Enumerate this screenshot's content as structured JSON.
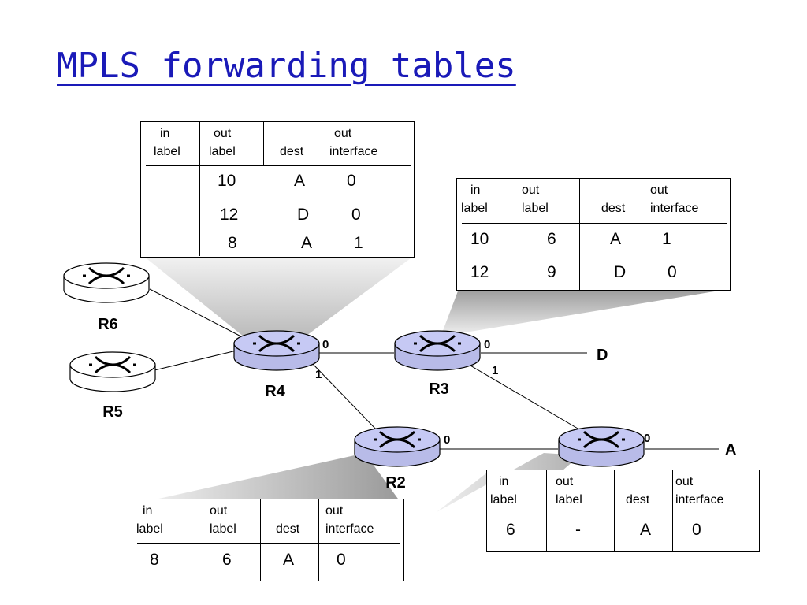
{
  "title": "MPLS forwarding tables",
  "headers": {
    "in": [
      "in",
      "label"
    ],
    "out": [
      "out",
      "label"
    ],
    "dest": "dest",
    "iface": [
      "out",
      "interface"
    ]
  },
  "routers": {
    "R6": "R6",
    "R5": "R5",
    "R4": "R4",
    "R3": "R3",
    "R2": "R2",
    "R1": ""
  },
  "ports": {
    "r4_0": "0",
    "r4_1": "1",
    "r3_0": "0",
    "r3_1": "1",
    "r2_0": "0",
    "r1_0": "0"
  },
  "destinations": {
    "D": "D",
    "A": "A"
  },
  "tables": {
    "r4": {
      "rows": [
        {
          "in": "",
          "out": "10",
          "dest": "A",
          "iface": "0"
        },
        {
          "in": "",
          "out": "12",
          "dest": "D",
          "iface": "0"
        },
        {
          "in": "",
          "out": "8",
          "dest": "A",
          "iface": "1"
        }
      ]
    },
    "r3": {
      "rows": [
        {
          "in": "10",
          "out": "6",
          "dest": "A",
          "iface": "1"
        },
        {
          "in": "12",
          "out": "9",
          "dest": "D",
          "iface": "0"
        }
      ]
    },
    "r2": {
      "rows": [
        {
          "in": "8",
          "out": "6",
          "dest": "A",
          "iface": "0"
        }
      ]
    },
    "r1": {
      "rows": [
        {
          "in": "6",
          "out": "-",
          "dest": "A",
          "iface": "0"
        }
      ]
    }
  }
}
